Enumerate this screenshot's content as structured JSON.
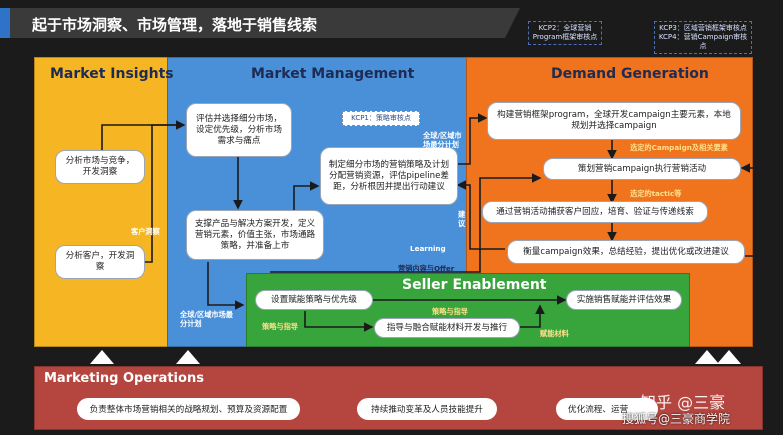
{
  "header": {
    "title": "起于市场洞察、市场管理，落地于销售线索",
    "kcp_left": [
      "KCP2：全球营销",
      "Program框架审核点"
    ],
    "kcp_right": [
      "KCP3：区域营销框架审核点",
      "KCP4：营销Campaign审核点"
    ]
  },
  "panels": {
    "insights": {
      "title": "Market Insights",
      "nodes": [
        "分析市场与竞争，开发洞察",
        "分析客户，开发洞察"
      ],
      "side_label": "客户洞察"
    },
    "management": {
      "title": "Market Management",
      "kcp_tag": "KCP1：策略审核点",
      "nodes": [
        "评估并选择细分市场，设定优先级，分析市场需求与痛点",
        "制定细分市场的营销策略及计划分配营销资源，评估pipeline差距，分析根因并提出行动建议",
        "支撑产品与解决方案开发，定义营销元素，价值主张，市场通路策略，并准备上市"
      ],
      "label_global": "全球/区域市场最分计划",
      "label_global2": "全球/区域市场最分计划",
      "label_learning": "Learning",
      "label_content": "营销内容与Offer",
      "label_suggest": "建议"
    },
    "demand": {
      "title": "Demand Generation",
      "nodes": [
        "构建营销框架program，全球开发campaign主要元素，本地规划并选择campaign",
        "策划营销campaign执行营销活动",
        "通过营销活动捕获客户回应，培育、验证与传递线索",
        "衡量campaign效果，总结经验，提出优化或改进建议"
      ],
      "labels": [
        "选定的Campaign及相关要素",
        "选定的tactic等"
      ]
    },
    "enablement": {
      "title": "Seller Enablement",
      "nodes": [
        "设置赋能策略与优先级",
        "指导与融合赋能材料开发与推行",
        "实施销售赋能并评估效果"
      ],
      "labels": [
        "策略与指导",
        "策略与指导",
        "赋能材料"
      ]
    },
    "operations": {
      "title": "Marketing Operations",
      "items": [
        "负责整体市场营销相关的战略规划、预算及资源配置",
        "持续推动变革及人员技能提升",
        "优化流程、运营"
      ]
    }
  },
  "watermarks": [
    "知乎 @三豪",
    "搜狐号@三豪商学院"
  ],
  "colors": {
    "background": "#1b1b1b",
    "insights": "#f6b522",
    "management": "#4a90d9",
    "demand": "#f0731e",
    "enablement": "#37a43c",
    "operations": "#b5463f"
  }
}
